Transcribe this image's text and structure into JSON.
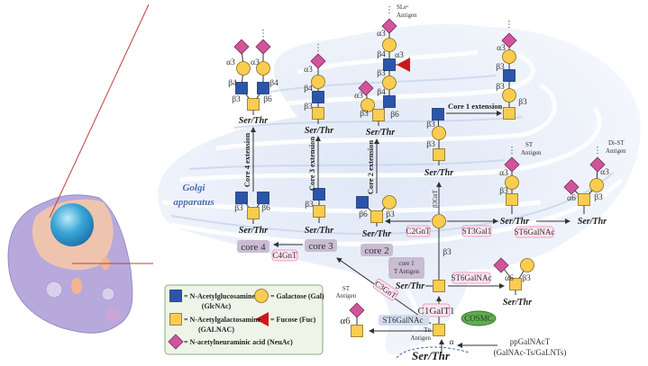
{
  "colors": {
    "glcnac": "#2b55a8",
    "galnac": "#f9cd4f",
    "gal": "#f9cd4f",
    "neuac": "#d1559a",
    "fuc": "#cc1a1a",
    "enzyme_badge": "#fce4ef",
    "core_badge": "#c9bcd3",
    "cosmc": "#5fae4e",
    "golgi": "#dde6f5"
  },
  "icons": {
    "glcnac": "blue-square",
    "galnac": "yellow-square",
    "gal": "yellow-circle",
    "fuc": "red-triangle",
    "neuac": "pink-diamond"
  },
  "ser_thr": "Ser/Thr",
  "golgi_label": [
    "Golgi",
    "apparatus"
  ],
  "antigens": {
    "slex": [
      "SLeˣ",
      "Antigen"
    ],
    "st_top": [
      "ST",
      "Antigen"
    ],
    "di_st": [
      "Di-ST",
      "Antigen"
    ],
    "st_left": [
      "ST",
      "Antigen"
    ],
    "tn": [
      "Tn",
      "Antigen"
    ],
    "t": [
      "core 1",
      "T Antigen"
    ]
  },
  "cores": {
    "core4": "core 4",
    "core3": "core 3",
    "core2": "core 2"
  },
  "extensions": {
    "core4": "Core 4 extension",
    "core3": "Core 3 extension",
    "core2": "Core 2 extension",
    "core1": "Core 1 extension"
  },
  "enzymes": {
    "c4gnt": "C4GnT",
    "c3gnt": "C3GnT",
    "c2gnt": "C2GnT",
    "b3gnt": "β3GnT",
    "st3gal1": "ST3Gal1",
    "st6galnac_top": "ST6GalNAc",
    "st6galnac_mid": "ST6GalNAc",
    "st6galnac_left": "ST6GalNAc",
    "c1galt1": "C1GalT1",
    "cosmc": "COSMC",
    "ppgalnact": [
      "ppGalNAcT",
      "(GalNAc-Ts/GaLNTs)"
    ]
  },
  "linkages": {
    "core4_ext": [
      "α3",
      "α3",
      "β4",
      "β4",
      "β3",
      "β6"
    ],
    "core3_ext": [
      "α3",
      "β4",
      "β3"
    ],
    "core2_ext": [
      "α3",
      "β4",
      "α3",
      "β3",
      "β4",
      "β6",
      "α3",
      "β3"
    ],
    "core1_ext": [
      "β3",
      "β3"
    ],
    "core1_ext_top": [
      "α3",
      "β3",
      "β3",
      "β3"
    ],
    "core4": [
      "β3",
      "β6"
    ],
    "core3": [
      "β3"
    ],
    "core2": [
      "β6",
      "β3"
    ],
    "st_top": [
      "α3",
      "β3"
    ],
    "di_st": [
      "α3",
      "α6",
      "β3"
    ],
    "core1": [
      "β3"
    ],
    "st6_mid": [
      "α6",
      "β3"
    ],
    "st_left": [
      "α6"
    ],
    "tn": [
      "α"
    ]
  },
  "legend": {
    "glcnac": [
      "= N-Acetylglucosamine",
      "(GlcNAc)"
    ],
    "gal": "= Galactose (Gal)",
    "galnac": [
      "= N-Acetylgalactosamine",
      "(GALNAC)"
    ],
    "fuc": "= Fucose (Fuc)",
    "neuac": "= N-acetylneuraminic acid (NeuAc)"
  }
}
